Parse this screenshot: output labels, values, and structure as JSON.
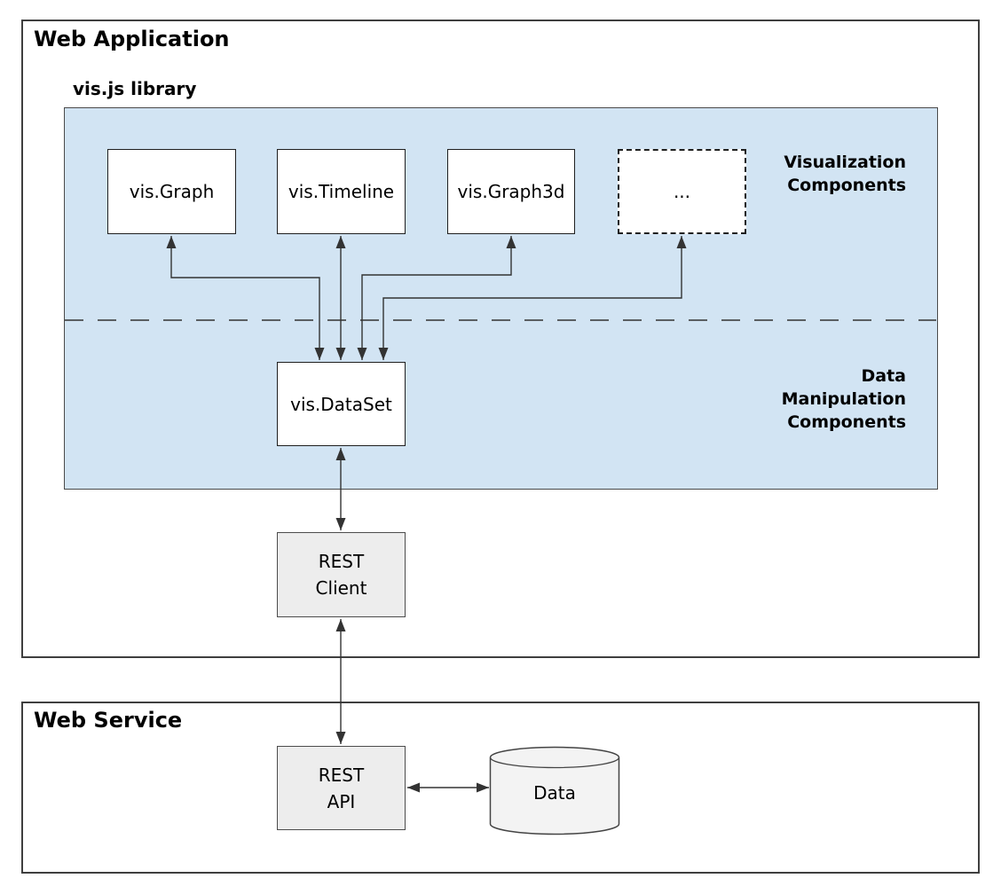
{
  "titles": {
    "web_application": "Web Application",
    "visjs_library": "vis.js library",
    "web_service": "Web Service"
  },
  "section_labels": {
    "visualization": [
      "Visualization",
      "Components"
    ],
    "data_manipulation": [
      "Data",
      "Manipulation",
      "Components"
    ]
  },
  "nodes": {
    "graph": "vis.Graph",
    "timeline": "vis.Timeline",
    "graph3d": "vis.Graph3d",
    "more": "...",
    "dataset": "vis.DataSet",
    "rest_client": [
      "REST",
      "Client"
    ],
    "rest_api": [
      "REST",
      "API"
    ],
    "data_store": "Data"
  },
  "colors": {
    "text": "#000000",
    "line": "#333333",
    "container_border": "#3f3f3f",
    "library_border": "#4a4a4a",
    "library_bg": "#d2e4f3",
    "node_border": "#1f1f1f",
    "gray_fill": "#ededed",
    "gray_border": "#4c4c4c",
    "cyl_fill": "#f3f3f3",
    "cyl_border": "#444444"
  }
}
